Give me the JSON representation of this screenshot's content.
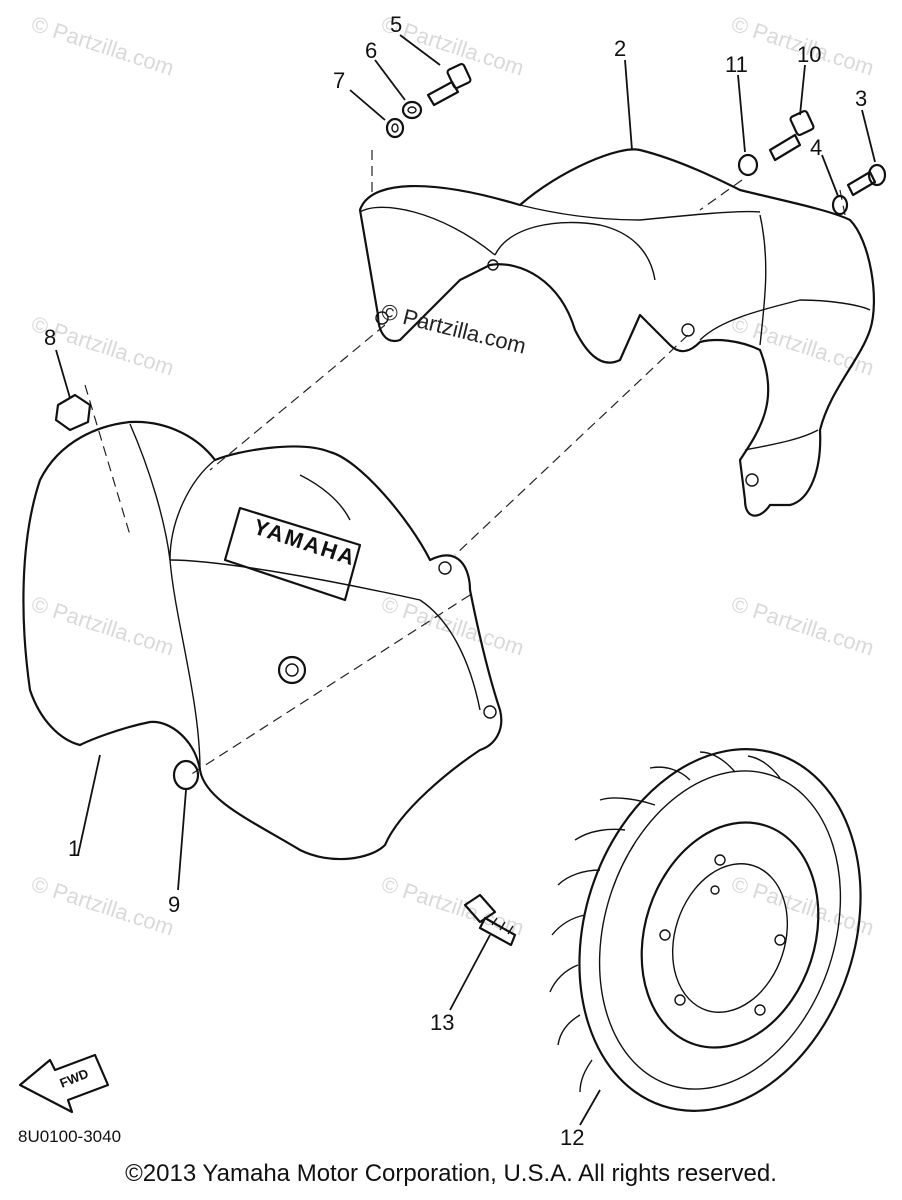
{
  "watermark": "© Partzilla.com",
  "center_watermark": "© Partzilla.com",
  "callouts": {
    "c1": "1",
    "c2": "2",
    "c3": "3",
    "c4": "4",
    "c5": "5",
    "c6": "6",
    "c7": "7",
    "c8": "8",
    "c9": "9",
    "c10": "10",
    "c11": "11",
    "c12": "12",
    "c13": "13"
  },
  "logo_label": "YAMAHA",
  "fwd_label": "FWD",
  "diagram_code": "8U0100-3040",
  "copyright": "©2013 Yamaha Motor Corporation, U.S.A. All rights reserved."
}
